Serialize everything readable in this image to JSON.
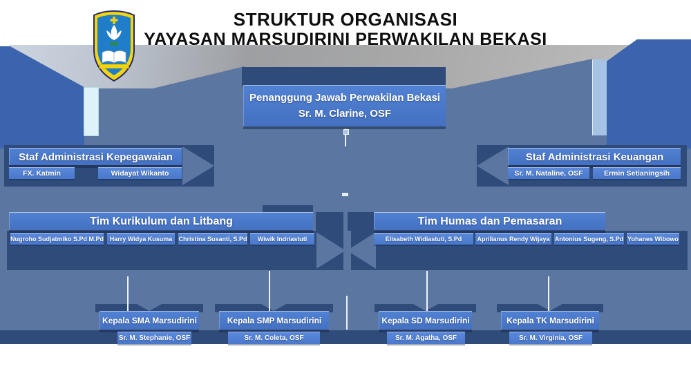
{
  "title": {
    "line1": "STRUKTUR ORGANISASI",
    "line2": "YAYASAN MARSUDIRINI  PERWAKILAN BEKASI"
  },
  "logo": {
    "name": "marsudirini-shield"
  },
  "org": {
    "root": {
      "title": "Penanggung Jawab Perwakilan Bekasi",
      "name": "Sr. M. Clarine, OSF"
    },
    "staff_left": {
      "title": "Staf Administrasi Kepegawaian",
      "members": [
        "FX. Katmin",
        "Widayat Wikanto"
      ]
    },
    "staff_right": {
      "title": "Staf Administrasi Keuangan",
      "members": [
        "Sr. M. Nataline, OSF",
        "Ermin Setianingsih"
      ]
    },
    "tim_kurikulum": {
      "title": "Tim Kurikulum dan Litbang",
      "members": [
        "Nugroho Sudjatmiko S.Pd M.Pd",
        "Harry Widya Kusuma",
        "Christina Susanti, S.Pd",
        "Wiwik Indriastuti"
      ]
    },
    "tim_humas": {
      "title": "Tim Humas dan Pemasaran",
      "members": [
        "Elisabeth Widiastuti, S.Pd",
        "Aprilianus Rendy Wijaya",
        "Antonius Sugeng, S.Pd",
        "Yohanes Wibowo"
      ]
    },
    "kepala": [
      {
        "title": "Kepala SMA Marsudirini",
        "name": "Sr. M. Stephanie, OSF"
      },
      {
        "title": "Kepala SMP Marsudirini",
        "name": "Sr. M. Coleta, OSF"
      },
      {
        "title": "Kepala SD Marsudirini",
        "name": "Sr. M. Agatha, OSF"
      },
      {
        "title": "Kepala TK Marsudirini",
        "name": "Sr. M. Virginia, OSF"
      }
    ]
  },
  "colors": {
    "box_header_blue": "#4673c6",
    "box_name_blue": "#4e80d4",
    "background_slate": "#5b76a1",
    "backdrop_navy": "#2e4b7a",
    "corner_bright_blue": "#3b63ae",
    "accent_cyan_bar": "#def3f9",
    "accent_lightblue_bar": "#a7c3e4",
    "top_band_gray": "#a8a8a8",
    "title_text": "#0e0e0e"
  }
}
